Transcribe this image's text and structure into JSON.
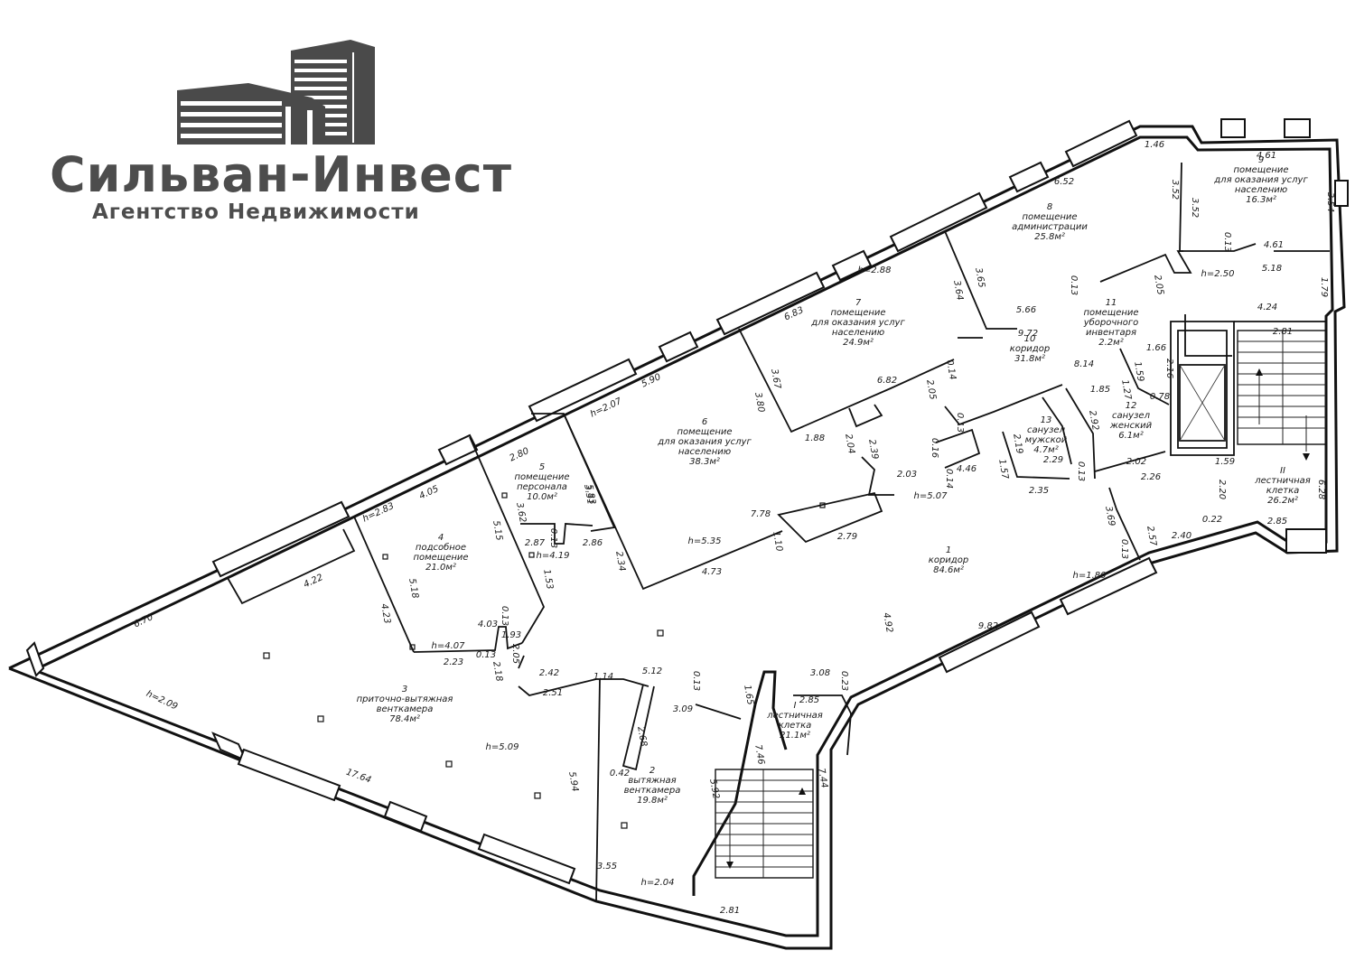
{
  "brand": {
    "name": "Сильван-Инвест",
    "tagline": "Агентство Недвижимости",
    "color": "#4d4d4d"
  },
  "rooms": [
    {
      "num": "1",
      "name": "коридор",
      "area": "84.6м²"
    },
    {
      "num": "2",
      "name": "вытяжная\nвенткамера",
      "area": "19.8м²"
    },
    {
      "num": "3",
      "name": "приточно-вытяжная\nвенткамера",
      "area": "78.4м²"
    },
    {
      "num": "4",
      "name": "подсобное\nпомещение",
      "area": "21.0м²"
    },
    {
      "num": "5",
      "name": "помещение\nперсонала",
      "area": "10.0м²"
    },
    {
      "num": "6",
      "name": "помещение\nдля оказания услуг\nнаселению",
      "area": "38.3м²"
    },
    {
      "num": "7",
      "name": "помещение\nдля оказания услуг\nнаселению",
      "area": "24.9м²"
    },
    {
      "num": "8",
      "name": "помещение\nадминистрации",
      "area": "25.8м²"
    },
    {
      "num": "9",
      "name": "помещение\nдля оказания услуг\nнаселению",
      "area": "16.3м²"
    },
    {
      "num": "10",
      "name": "коридор",
      "area": "31.8м²"
    },
    {
      "num": "11",
      "name": "помещение\nуборочного\nинвентаря",
      "area": "2.2м²"
    },
    {
      "num": "12",
      "name": "санузел\nженский",
      "area": "6.1м²"
    },
    {
      "num": "13",
      "name": "санузел\nмужской",
      "area": "4.7м²"
    },
    {
      "num": "I",
      "name": "лестничная\nклетка",
      "area": "21.1м²"
    },
    {
      "num": "II",
      "name": "лестничная\nклетка",
      "area": "26.2м²"
    }
  ],
  "dimensions": [
    "6.70",
    "h=2.09",
    "17.64",
    "4.22",
    "h=2.83",
    "4.05",
    "5.18",
    "4.23",
    "h=4.07",
    "2.23",
    "0.13",
    "4.03",
    "0.13",
    "1.93",
    "2.05",
    "2.18",
    "2.80",
    "3.62",
    "5.15",
    "2.87",
    "0.13",
    "h=4.19",
    "1.53",
    "2.86",
    "2.34",
    "3.31",
    "5.83",
    "h=2.07",
    "5.90",
    "6.83",
    "3.67",
    "3.80",
    "h=5.35",
    "7.78",
    "4.73",
    "1.10",
    "2.79",
    "1.88",
    "2.04",
    "2.39",
    "6.82",
    "2.05",
    "0.14",
    "h=2.88",
    "3.64",
    "3.65",
    "6.52",
    "0.13",
    "5.66",
    "9.72",
    "3.52",
    "3.52",
    "1.46",
    "4.61",
    "3.54",
    "0.13",
    "4.61",
    "5.18",
    "2.05",
    "h=2.50",
    "1.79",
    "4.24",
    "8.14",
    "1.66",
    "2.16",
    "1.59",
    "1.27",
    "0.78",
    "1.85",
    "2.92",
    "0.13",
    "2.19",
    "1.57",
    "2.29",
    "2.35",
    "0.13",
    "0.16",
    "4.46",
    "0.14",
    "2.03",
    "h=5.07",
    "2.81",
    "2.02",
    "2.26",
    "1.59",
    "2.20",
    "6.28",
    "2.85",
    "0.22",
    "3.69",
    "2.57",
    "0.13",
    "2.40",
    "h=1.80",
    "9.82",
    "4.92",
    "2.42",
    "2.51",
    "1.14",
    "5.12",
    "0.13",
    "3.09",
    "1.65",
    "h=5.09",
    "2.68",
    "0.42",
    "5.94",
    "5.92",
    "3.55",
    "h=2.04",
    "2.81",
    "3.08",
    "0.23",
    "2.85",
    "7.46",
    "7.44"
  ]
}
